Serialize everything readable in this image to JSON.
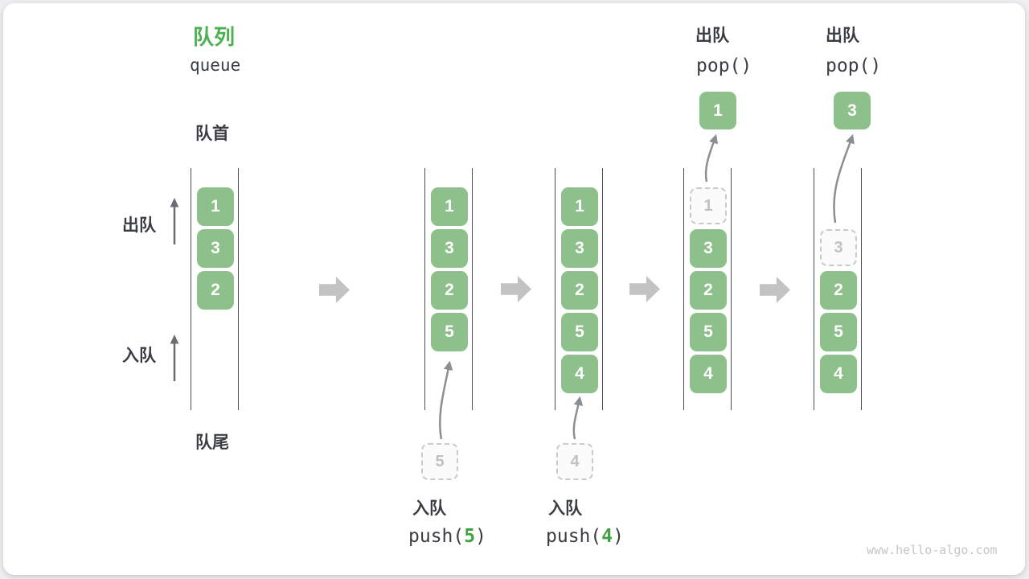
{
  "title": {
    "zh": "队列",
    "en": "queue"
  },
  "side_labels": {
    "front": "队首",
    "rear": "队尾",
    "dequeue": "出队",
    "enqueue": "入队"
  },
  "icons": {
    "step_arrow": "block-arrow-right",
    "direction_arrow": "thin-arrow-up",
    "transfer_arrow": "curved-arrow"
  },
  "colors": {
    "cell_green": "#8ec08c",
    "title_green": "#4caf50",
    "code_arg_green": "#43a047",
    "channel_line": "#4b4f53",
    "step_arrow_gray": "#c3c3c3",
    "curve_arrow_gray": "#8a8f94",
    "ghost_gray": "#c7c9cb",
    "text_dark": "#3a3d41",
    "watermark_gray": "#c6c6c6"
  },
  "queues": [
    {
      "cells": [
        "1",
        "3",
        "2"
      ]
    },
    {
      "cells": [
        "1",
        "3",
        "2",
        "5"
      ],
      "pending": "5",
      "op_label": "入队",
      "op_code_prefix": "push(",
      "op_arg": "5",
      "op_code_suffix": ")"
    },
    {
      "cells": [
        "1",
        "3",
        "2",
        "5",
        "4"
      ],
      "pending": "4",
      "op_label": "入队",
      "op_code_prefix": "push(",
      "op_arg": "4",
      "op_code_suffix": ")"
    },
    {
      "ghost": "1",
      "cells": [
        "3",
        "2",
        "5",
        "4"
      ],
      "popped": "1",
      "op_label": "出队",
      "op_code": "pop()"
    },
    {
      "ghost": "3",
      "cells": [
        "2",
        "5",
        "4"
      ],
      "popped": "3",
      "op_label": "出队",
      "op_code": "pop()"
    }
  ],
  "watermark": "www.hello-algo.com"
}
